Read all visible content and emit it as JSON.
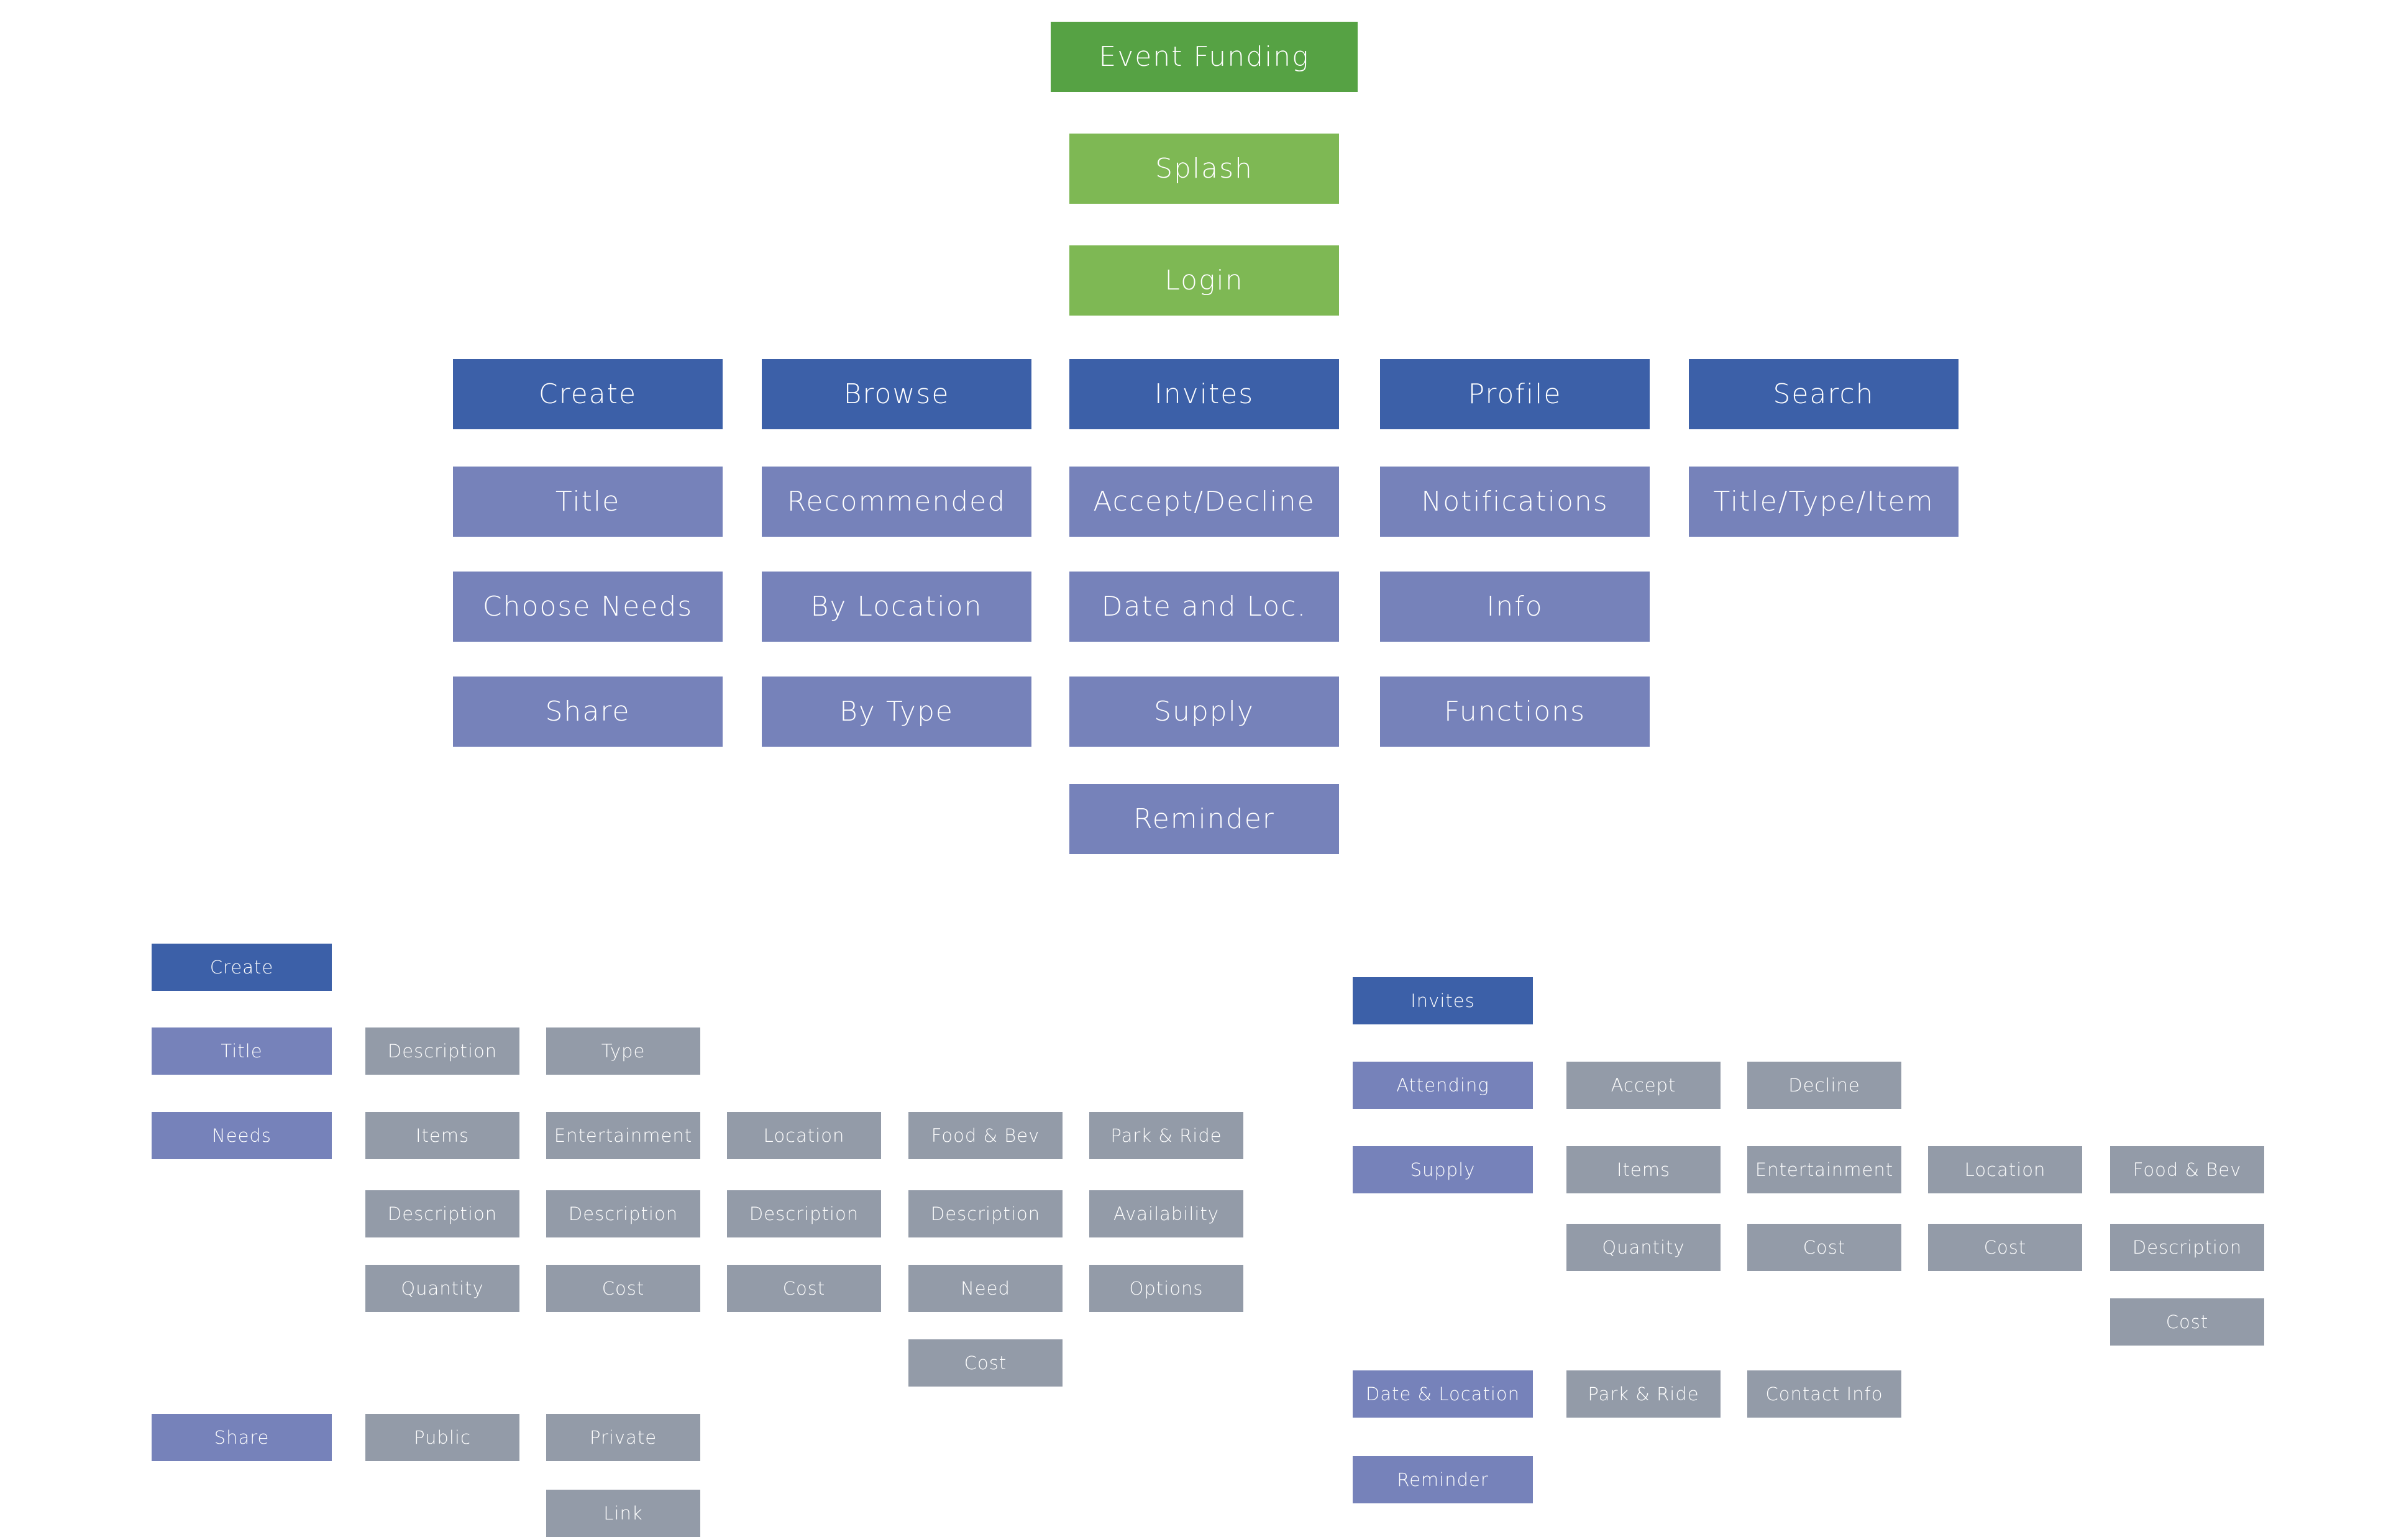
{
  "colors": {
    "root": "#56a244",
    "top_level": "#7eb854",
    "section": "#3c60a8",
    "subsection": "#7682ba",
    "detail": "#939ba8",
    "background": "#ffffff"
  },
  "sitemap": {
    "root": "Event Funding",
    "splash": "Splash",
    "login": "Login",
    "sections": [
      {
        "label": "Create",
        "children": [
          "Title",
          "Choose Needs",
          "Share"
        ]
      },
      {
        "label": "Browse",
        "children": [
          "Recommended",
          "By Location",
          "By Type"
        ]
      },
      {
        "label": "Invites",
        "children": [
          "Accept/Decline",
          "Date and Loc.",
          "Supply",
          "Reminder"
        ]
      },
      {
        "label": "Profile",
        "children": [
          "Notifications",
          "Info",
          "Functions"
        ]
      },
      {
        "label": "Search",
        "children": [
          "Title/Type/Item"
        ]
      }
    ]
  },
  "create_detail": {
    "header": "Create",
    "title_row": {
      "label": "Title",
      "items": [
        "Description",
        "Type"
      ]
    },
    "needs_row": {
      "label": "Needs",
      "columns": [
        {
          "header": "Items",
          "items": [
            "Description",
            "Quantity"
          ]
        },
        {
          "header": "Entertainment",
          "items": [
            "Description",
            "Cost"
          ]
        },
        {
          "header": "Location",
          "items": [
            "Description",
            "Cost"
          ]
        },
        {
          "header": "Food & Bev",
          "items": [
            "Description",
            "Need",
            "Cost"
          ]
        },
        {
          "header": "Park & Ride",
          "items": [
            "Availability",
            "Options"
          ]
        }
      ]
    },
    "share_row": {
      "label": "Share",
      "items": [
        "Public",
        "Private",
        "Link"
      ]
    }
  },
  "invites_detail": {
    "header": "Invites",
    "attending_row": {
      "label": "Attending",
      "items": [
        "Accept",
        "Decline"
      ]
    },
    "supply_row": {
      "label": "Supply",
      "columns": [
        {
          "header": "Items",
          "items": [
            "Quantity"
          ]
        },
        {
          "header": "Entertainment",
          "items": [
            "Cost"
          ]
        },
        {
          "header": "Location",
          "items": [
            "Cost"
          ]
        },
        {
          "header": "Food & Bev",
          "items": [
            "Description",
            "Cost"
          ]
        }
      ]
    },
    "date_row": {
      "label": "Date & Location",
      "items": [
        "Park & Ride",
        "Contact Info"
      ]
    },
    "reminder": "Reminder"
  }
}
